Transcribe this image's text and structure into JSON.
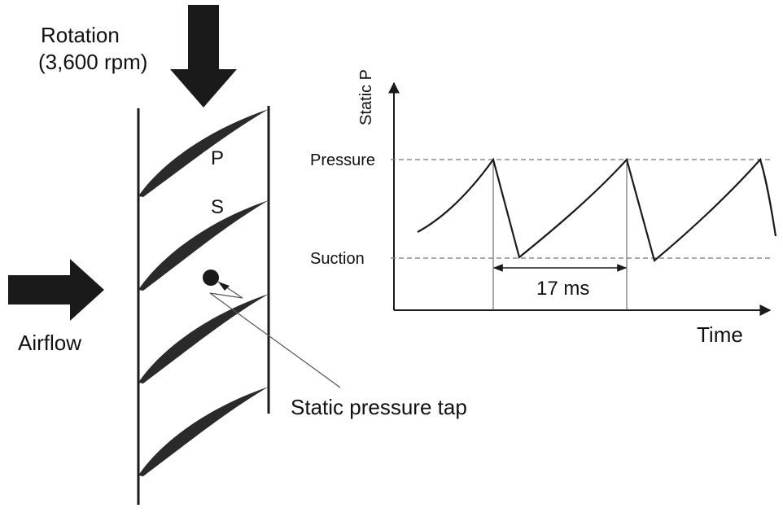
{
  "rotation": {
    "title": "Rotation",
    "speed": "(3,600 rpm)"
  },
  "airflow_label": "Airflow",
  "blade_labels": {
    "pressure_side": "P",
    "suction_side": "S"
  },
  "tap_label": "Static pressure tap",
  "graph": {
    "y_axis_label": "Static P",
    "x_axis_label": "Time",
    "pressure_label": "Pressure",
    "suction_label": "Suction",
    "period_label": "17 ms"
  },
  "colors": {
    "ink": "#1a1a1a",
    "blade": "#2a2a2a",
    "guide": "#777777"
  }
}
